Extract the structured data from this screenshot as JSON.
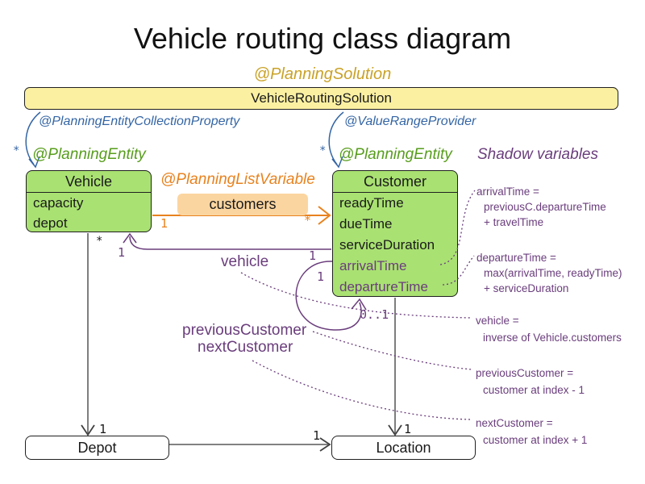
{
  "title": "Vehicle routing class diagram",
  "annotations": {
    "planning_solution": "@PlanningSolution",
    "planning_entity_collection_property": "@PlanningEntityCollectionProperty",
    "value_range_provider": "@ValueRangeProvider",
    "planning_entity_left": "@PlanningEntity",
    "planning_entity_right": "@PlanningEntity",
    "planning_list_variable": "@PlanningListVariable",
    "shadow_variables_heading": "Shadow variables"
  },
  "classes": {
    "solution": {
      "name": "VehicleRoutingSolution"
    },
    "vehicle": {
      "name": "Vehicle",
      "fields": [
        "capacity",
        "depot"
      ]
    },
    "customer": {
      "name": "Customer",
      "fields": [
        "readyTime",
        "dueTime",
        "serviceDuration"
      ],
      "shadow_fields": [
        "arrivalTime",
        "departureTime"
      ]
    },
    "depot": {
      "name": "Depot"
    },
    "location": {
      "name": "Location"
    }
  },
  "relation_labels": {
    "customers": "customers",
    "vehicle": "vehicle",
    "previous_customer": "previousCustomer",
    "next_customer": "nextCustomer"
  },
  "multiplicities": {
    "solution_vehicles": "*",
    "solution_customers": "*",
    "customers_source": "1",
    "customers_target": "*",
    "vehicle_rel_target": "1",
    "loop_source_a": "1",
    "loop_source_b": "1",
    "loop_target": "0..1",
    "vehicle_depot_source": "*",
    "vehicle_depot_target": "1",
    "customer_location_target": "1",
    "depot_location_target": "1"
  },
  "shadow_notes": [
    {
      "lines": [
        "arrivalTime =",
        "previousC.departureTime",
        "+ travelTime"
      ]
    },
    {
      "lines": [
        "departureTime =",
        "max(arrivalTime, readyTime)",
        "+ serviceDuration"
      ]
    },
    {
      "lines": [
        "vehicle =",
        "inverse of Vehicle.customers"
      ]
    },
    {
      "lines": [
        "previousCustomer =",
        "customer at index - 1"
      ]
    },
    {
      "lines": [
        "nextCustomer =",
        "customer at index + 1"
      ]
    }
  ],
  "colors": {
    "solution_fill": "#FBF0A2",
    "entity_fill": "#A9E172",
    "list_chip_fill": "#FBD5A0",
    "gold": "#C9A227",
    "blue": "#3465A4",
    "green": "#579D1C",
    "orange": "#E8821E",
    "purple": "#6A3D7C",
    "gray_line": "#707070"
  }
}
